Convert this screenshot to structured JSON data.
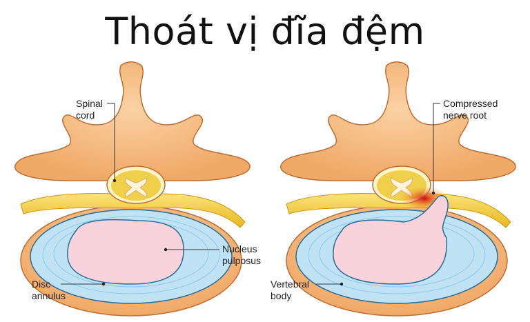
{
  "title": "Thoát vị đĩa đệm",
  "labels": {
    "spinal_cord": [
      "Spinal",
      "cord"
    ],
    "nucleus_pulposus": [
      "Nucleus",
      "pulposus"
    ],
    "disc_annulus": [
      "Disc",
      "annulus"
    ],
    "compressed_nerve_root": [
      "Compressed",
      "nerve root"
    ],
    "vertebral_body": [
      "Vertebral",
      "body"
    ]
  },
  "colors": {
    "bone": "#f5b87a",
    "nerve": "#f3d34a",
    "annulus": "#bfe3f5",
    "nucleus": "#f8d3dc",
    "inflamed": "#e8241c"
  }
}
